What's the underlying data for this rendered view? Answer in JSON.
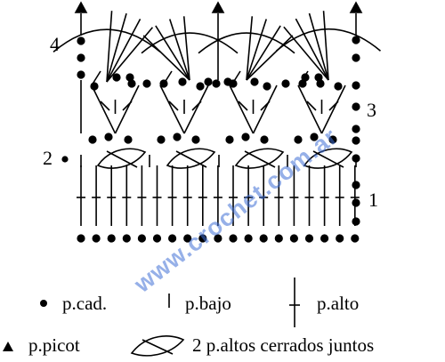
{
  "row_numbers": {
    "row1": "1",
    "row2": "2",
    "row3": "3",
    "row4": "4"
  },
  "watermark": "www.crochet.com.ar",
  "legend": {
    "chain": "p.cad.",
    "single_crochet": "p.bajo",
    "double_crochet": "p.alto",
    "picot": "p.picot",
    "cluster": "2 p.altos cerrados juntos"
  },
  "colors": {
    "ink": "#000000",
    "watermark": "#3f6fd6"
  },
  "symbols": {
    "chain": "dot",
    "single_crochet": "short-vertical-bar",
    "double_crochet": "vertical-bar-with-crossbar",
    "picot": "triangle",
    "cluster": "leaf-ellipse-with-slash"
  }
}
